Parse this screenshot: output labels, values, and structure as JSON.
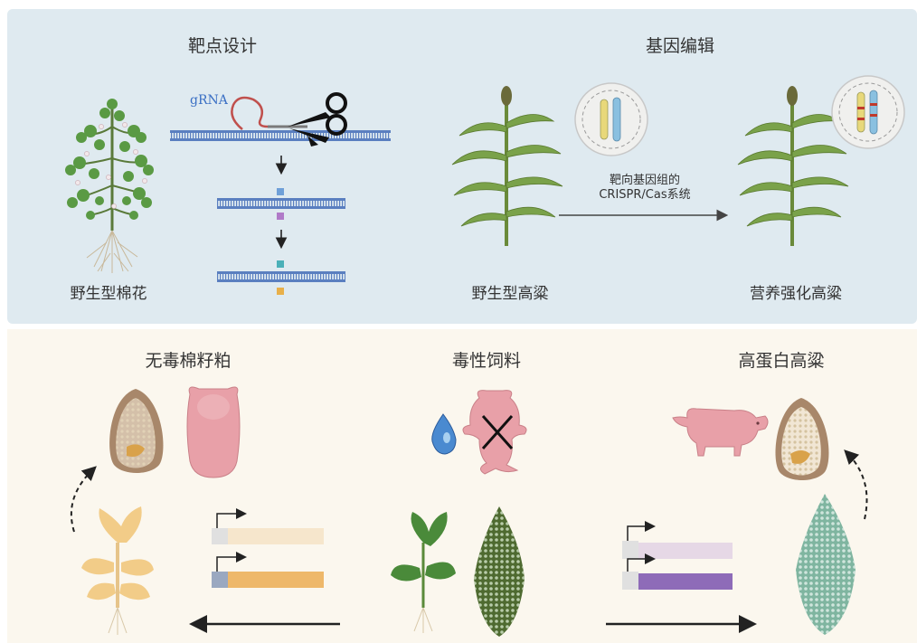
{
  "top": {
    "left_title": "靶点设计",
    "right_title": "基因编辑",
    "grna_label": "gRNA",
    "cotton_caption": "野生型棉花",
    "wild_sorghum_caption": "野生型高粱",
    "improved_sorghum_caption": "营养强化高粱",
    "arrow_label_line1": "靶向基因组的",
    "arrow_label_line2": "CRISPR/Cas系统"
  },
  "bottom": {
    "left_title": "无毒棉籽粕",
    "middle_title": "毒性饲料",
    "right_title": "高蛋白高粱"
  },
  "colors": {
    "top_panel": "#dfeaf0",
    "bottom_panel": "#fbf7ee",
    "dna": "#5a7fc0",
    "grna": "#c0504d",
    "pig": "#e8a0a8",
    "seed_fill": "#f1e6d4",
    "yolk": "#d9a24a",
    "cotton_light_bar": "#f6e6cc",
    "cotton_dark_bar": "#eeb86a",
    "sorghum_light_bar": "#e6d8e6",
    "sorghum_dark_bar": "#8e6bb8",
    "leaf_green": "#4a8a3a",
    "pale_sorghum": "#7fb5a0"
  }
}
